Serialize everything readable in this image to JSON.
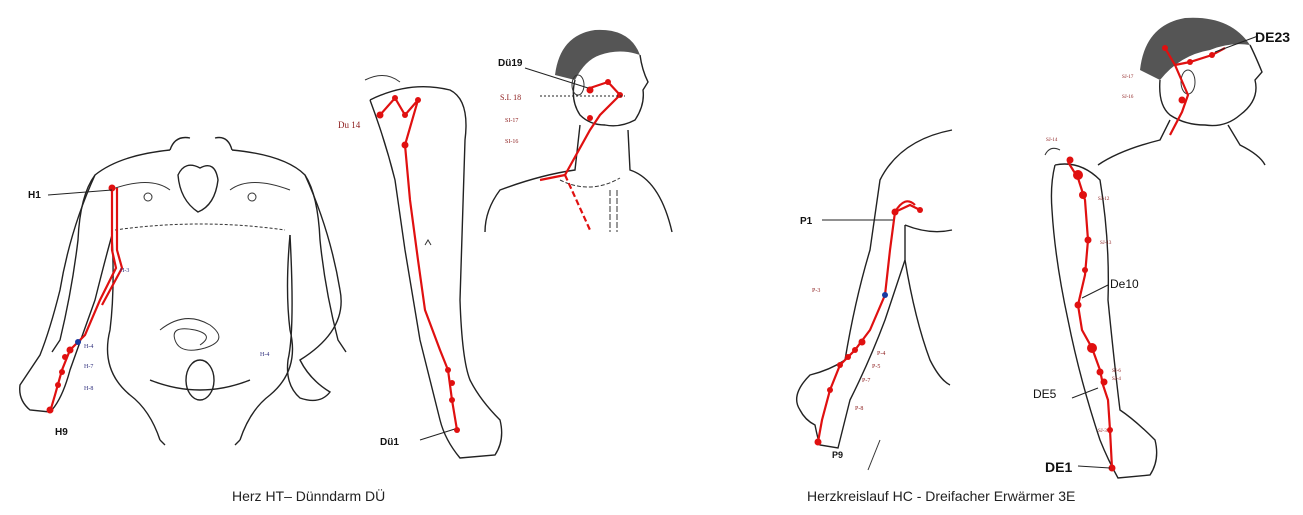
{
  "captions": {
    "left": "Herz HT– Dünndarm DÜ",
    "right": "Herzkreislauf HC - Dreifacher Erwärmer 3E"
  },
  "figure_heart_body": {
    "labels": {
      "h1": "H1",
      "h9": "H9",
      "h3": "H-3",
      "h4": "H-4",
      "h7": "H-7",
      "h8": "H-8",
      "h4b": "H-4"
    }
  },
  "figure_small_intestine_arm": {
    "labels": {
      "du14": "Du 14",
      "du1": "Dü1"
    }
  },
  "figure_small_intestine_head": {
    "labels": {
      "du19": "Dü19",
      "si18": "S.I. 18",
      "si17": "SI-17",
      "si16": "SI-16"
    }
  },
  "figure_pericardium_arm": {
    "labels": {
      "p1": "P1",
      "p3": "P-3",
      "p4": "P-4",
      "p5": "P-5",
      "p7": "P-7",
      "p8": "P-8",
      "p9": "P9"
    }
  },
  "figure_triple_warmer": {
    "labels": {
      "de23": "DE23",
      "de10": "De10",
      "de5": "DE5",
      "de1": "DE1",
      "sj14": "SJ-14",
      "sj12": "SJ-12",
      "sj13": "SJ-13",
      "sj17": "SJ-17",
      "sj16": "SJ-16",
      "sj6": "SJ-6",
      "sj4": "SJ-4",
      "sj3": "SJ-3"
    }
  }
}
